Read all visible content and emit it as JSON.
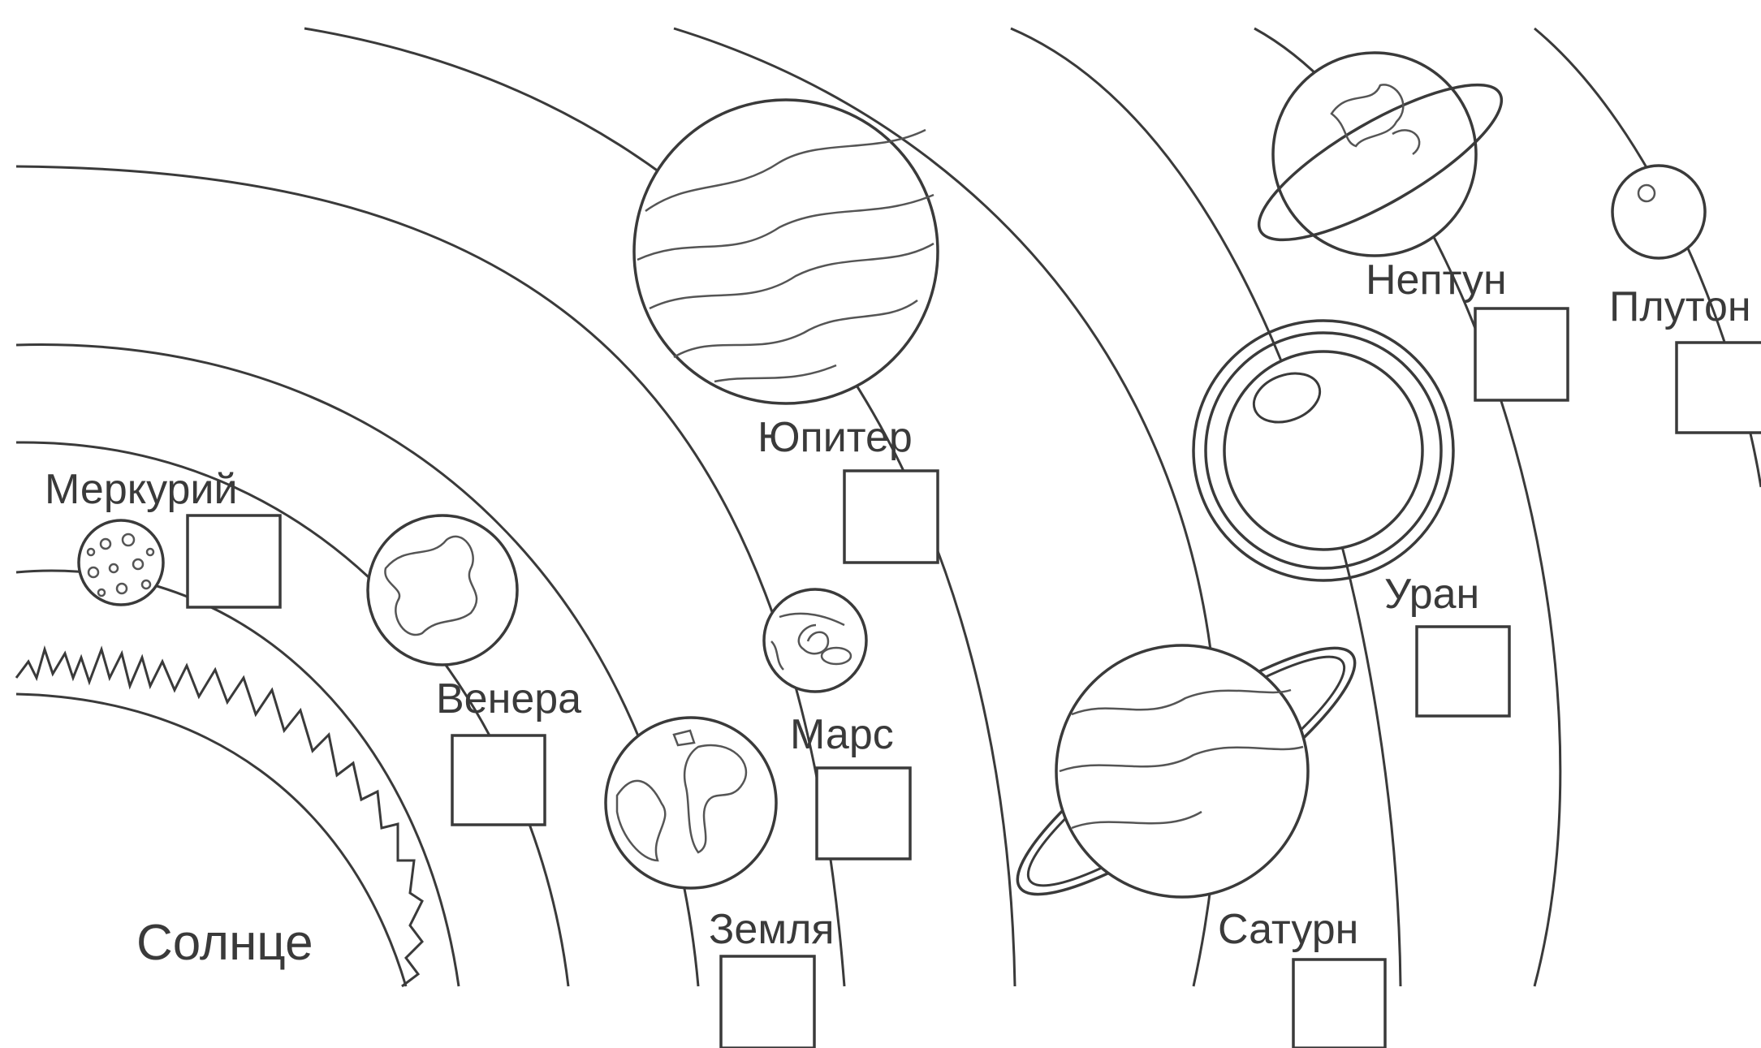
{
  "labels": {
    "sun": "Солнце",
    "mercury": "Меркурий",
    "venus": "Венера",
    "earth": "Земля",
    "mars": "Марс",
    "jupiter": "Юпитер",
    "saturn": "Сатурн",
    "uranus": "Уран",
    "neptune": "Нептун",
    "pluto": "Плутон"
  },
  "colors": {
    "line": "#3a3a3a",
    "background": "#ffffff"
  },
  "answer_boxes": [
    "mercury",
    "venus",
    "earth",
    "mars",
    "jupiter",
    "saturn",
    "uranus",
    "neptune",
    "pluto"
  ]
}
